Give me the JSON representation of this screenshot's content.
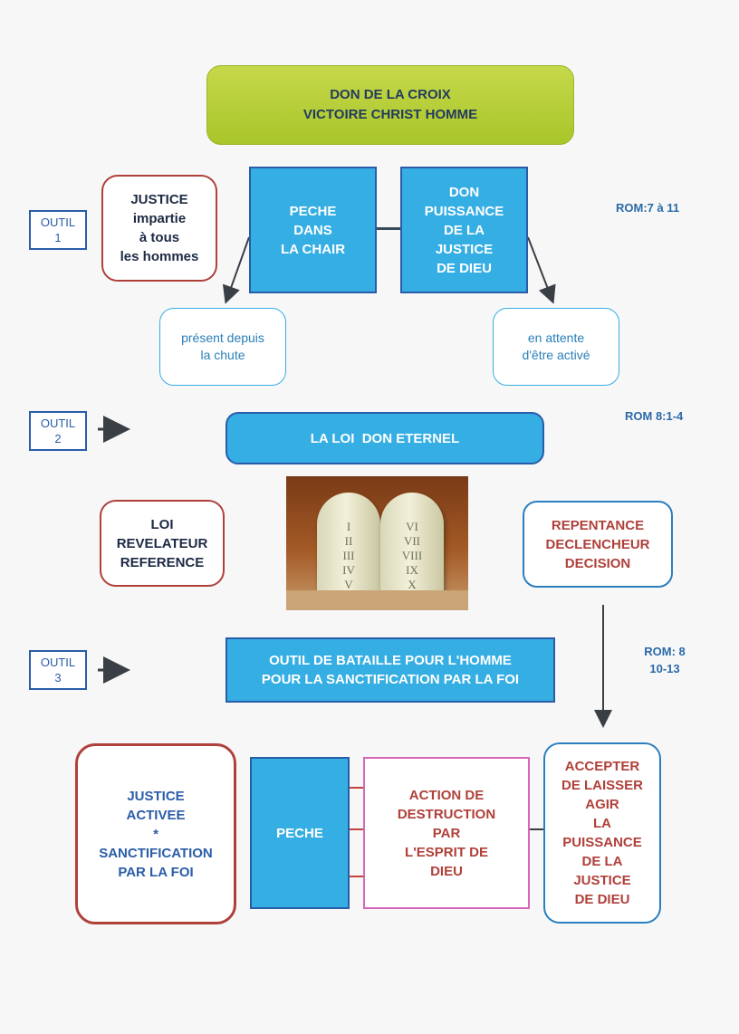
{
  "title": {
    "line1": "DON DE LA CROIX",
    "line2": "VICTOIRE CHRIST HOMME"
  },
  "peche_box": {
    "lines": [
      "PECHE",
      "DANS",
      "LA CHAIR"
    ]
  },
  "don_box": {
    "lines": [
      "DON",
      "PUISSANCE",
      "DE LA",
      "JUSTICE",
      "DE DIEU"
    ]
  },
  "justice_box": {
    "lines": [
      "JUSTICE",
      "impartie",
      "à tous",
      "les hommes"
    ]
  },
  "present_box": {
    "lines": [
      "présent depuis",
      "la chute"
    ]
  },
  "attente_box": {
    "lines": [
      "en attente",
      "d'être activé"
    ]
  },
  "outils": [
    {
      "line1": "OUTIL",
      "line2": "1"
    },
    {
      "line1": "OUTIL",
      "line2": "2"
    },
    {
      "line1": "OUTIL",
      "line2": "3"
    }
  ],
  "refs": {
    "rom1": "ROM:7 à 11",
    "rom2": "ROM 8:1-4",
    "rom3_line1": "ROM: 8",
    "rom3_line2": "10-13"
  },
  "loi_don": "LA LOI  DON ETERNEL",
  "tablets": {
    "left": [
      "I",
      "II",
      "III",
      "IV",
      "V"
    ],
    "right": [
      "VI",
      "VII",
      "VIII",
      "IX",
      "X"
    ]
  },
  "loi_box": {
    "lines": [
      "LOI",
      "REVELATEUR",
      "REFERENCE"
    ]
  },
  "repentance_box": {
    "lines": [
      "REPENTANCE",
      "DECLENCHEUR",
      "DECISION"
    ]
  },
  "bataille": {
    "line1": "OUTIL DE BATAILLE POUR L'HOMME",
    "line2": "POUR LA SANCTIFICATION PAR LA FOI"
  },
  "justice_activee": {
    "lines": [
      "JUSTICE",
      "ACTIVEE",
      "*",
      "SANCTIFICATION",
      "PAR LA FOI"
    ]
  },
  "peche2": "PECHE",
  "action_box": {
    "lines": [
      "ACTION DE",
      "DESTRUCTION",
      "PAR",
      "L'ESPRIT DE",
      "DIEU"
    ]
  },
  "accepter_box": {
    "lines": [
      "ACCEPTER",
      "DE LAISSER",
      "AGIR",
      "LA",
      "PUISSANCE",
      "DE LA",
      "JUSTICE",
      "DE DIEU"
    ]
  },
  "colors": {
    "blue": "#35aee3",
    "navy": "#2a5da8",
    "red": "#b0403a",
    "green": "#a8c62a",
    "pink": "#d666b8"
  }
}
